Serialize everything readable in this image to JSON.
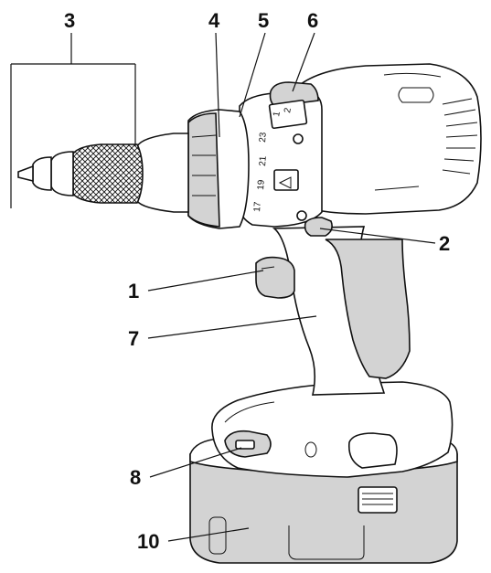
{
  "diagram": {
    "callouts": [
      {
        "id": "callout-1",
        "label": "1"
      },
      {
        "id": "callout-2",
        "label": "2"
      },
      {
        "id": "callout-3",
        "label": "3"
      },
      {
        "id": "callout-4",
        "label": "4"
      },
      {
        "id": "callout-5",
        "label": "5"
      },
      {
        "id": "callout-6",
        "label": "6"
      },
      {
        "id": "callout-7",
        "label": "7"
      },
      {
        "id": "callout-8",
        "label": "8"
      },
      {
        "id": "callout-10",
        "label": "10"
      }
    ],
    "torque_dial_marks": [
      "17",
      "19",
      "21",
      "23"
    ],
    "gear_selector_marks": [
      "1",
      "2"
    ],
    "colors": {
      "line": "#111111",
      "shade": "#d3d3d3",
      "background": "#ffffff"
    }
  }
}
